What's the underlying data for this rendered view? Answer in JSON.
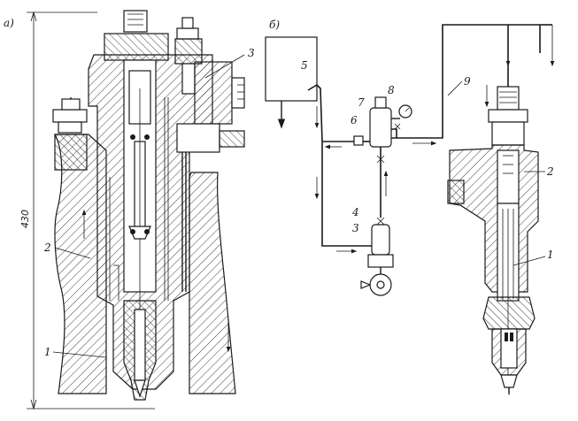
{
  "figure": {
    "panel_a_label": "а)",
    "panel_b_label": "б)",
    "dimension_label": "430",
    "panel_a_callouts": [
      "3",
      "2",
      "1"
    ],
    "panel_b_callouts": [
      "5",
      "8",
      "7",
      "6",
      "9",
      "4",
      "3"
    ],
    "injector_callouts": [
      "2",
      "1"
    ]
  }
}
